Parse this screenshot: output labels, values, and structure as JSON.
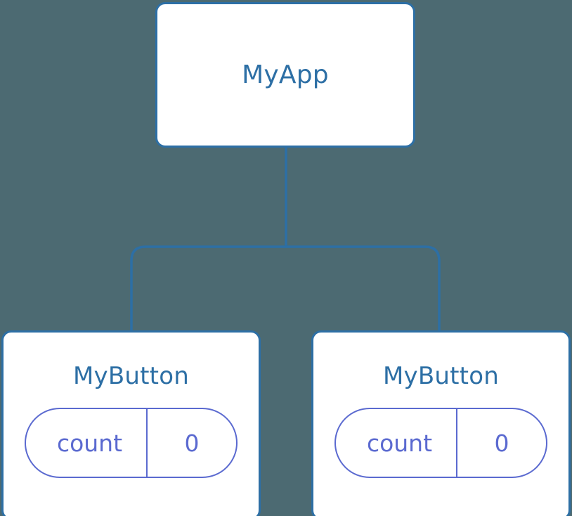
{
  "diagram": {
    "type": "component-tree",
    "background_color": "#4c6a72",
    "node_fill": "#ffffff",
    "node_border_color": "#2d6fa5",
    "edge_color": "#2d6fa5",
    "title_color": "#2d6fa5",
    "state_color": "#5b6ad0"
  },
  "nodes": {
    "root": {
      "title": "MyApp"
    },
    "child_left": {
      "title": "MyButton",
      "state": {
        "key": "count",
        "value": "0"
      }
    },
    "child_right": {
      "title": "MyButton",
      "state": {
        "key": "count",
        "value": "0"
      }
    }
  }
}
